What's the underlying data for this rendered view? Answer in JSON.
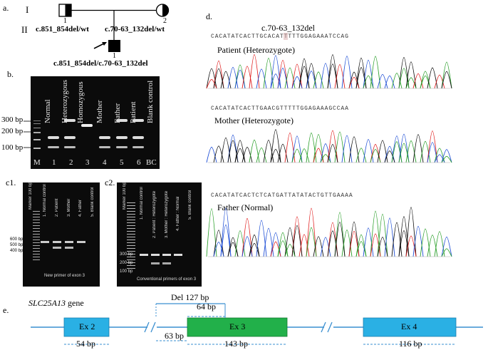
{
  "panel_a": {
    "label": "a.",
    "gen1": "I",
    "gen2": "II",
    "ind_father_num": "1",
    "ind_mother_num": "2",
    "ind_patient_num": "1",
    "father_genotype": "c.851_854del/wt",
    "mother_genotype": "c.70-63_132del/wt",
    "patient_genotype": "c.851_854del/c.70-63_132del"
  },
  "panel_b": {
    "label": "b.",
    "lanes": [
      "Normal",
      "Heterozygous",
      "Homozygous",
      "Mother",
      "Father",
      "Patient",
      "Blank control"
    ],
    "bottom": [
      "M",
      "1",
      "2",
      "3",
      "4",
      "5",
      "6",
      "BC"
    ],
    "markers": [
      "300 bp",
      "200 bp",
      "100 bp"
    ]
  },
  "panel_c1": {
    "label": "c1.",
    "lanes": [
      "Marker 100 bp",
      "1. Normal control",
      "2. Patient",
      "3. Mother",
      "4. Father",
      "5. Blank control"
    ],
    "markers": [
      "600 bp",
      "500 bp",
      "400 bp"
    ],
    "caption": "New primer of exon 3"
  },
  "panel_c2": {
    "label": "c2.",
    "lanes": [
      "Marker 100 bp",
      "1. Normal control",
      "2. Patient : Heterozygote",
      "3. Mother : Heterozygote",
      "4. Father : Normal",
      "5. Blank control"
    ],
    "markers": [
      "300 bp",
      "200 bp",
      "100 bp"
    ],
    "caption": "Conventional primers of exon 3"
  },
  "panel_d": {
    "label": "d.",
    "mutation": "c.70-63_132del",
    "patient_seq": "CACATATCACTTGCACATTTTTGGAGAAATCCAG",
    "patient_label": "Patient (Heterozygote)",
    "mother_seq": "CACATATCACTTGAACGTTTTTGGAGAAAGCCAA",
    "mother_label": "Mother (Heterozygote)",
    "father_seq": "CACATATCACTCTCATGATTATATACTGTTGAAAA",
    "father_label": "Father (Normal)"
  },
  "panel_e": {
    "label": "e.",
    "gene": "SLC25A13",
    "gene_suffix": " gene",
    "ex2": "Ex 2",
    "ex3": "Ex 3",
    "ex4": "Ex 4",
    "del": "Del 127 bp",
    "len_64": "64 bp",
    "len_63": "63 bp",
    "len_54": "54 bp",
    "len_143": "143 bp",
    "len_116": "116 bp"
  },
  "colors": {
    "exon_blue": "#2ab0e4",
    "exon_green": "#22b04a",
    "line_blue": "#3a8fd0",
    "trace_A": "#2ca02c",
    "trace_C": "#1f4fd6",
    "trace_G": "#111111",
    "trace_T": "#e02020"
  }
}
